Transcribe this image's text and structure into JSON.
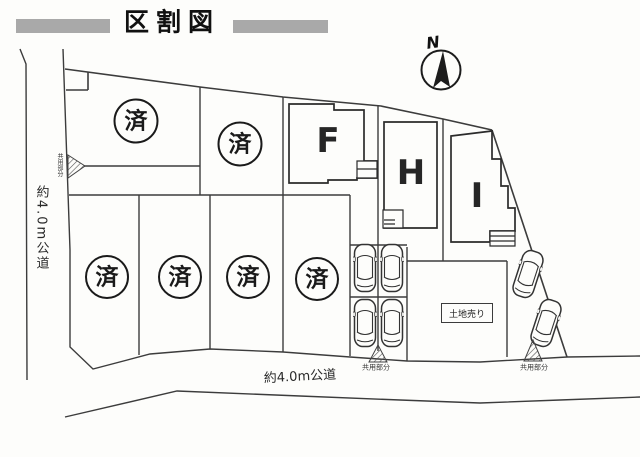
{
  "title": "区割図",
  "compass": {
    "north_label": "N"
  },
  "roads": {
    "left_road_label": "約4.0m公道",
    "bottom_road_label": "約4.0m公道"
  },
  "markers": {
    "sold": "済",
    "common_area": "共用部分",
    "land_for_sale": "土地売り"
  },
  "buildings": {
    "f_label": "F",
    "h_label": "H",
    "i_label": "I"
  },
  "colors": {
    "line": "#3c3c3c",
    "title_bar": "#a9a9a9",
    "background": "#fdfdfb"
  }
}
